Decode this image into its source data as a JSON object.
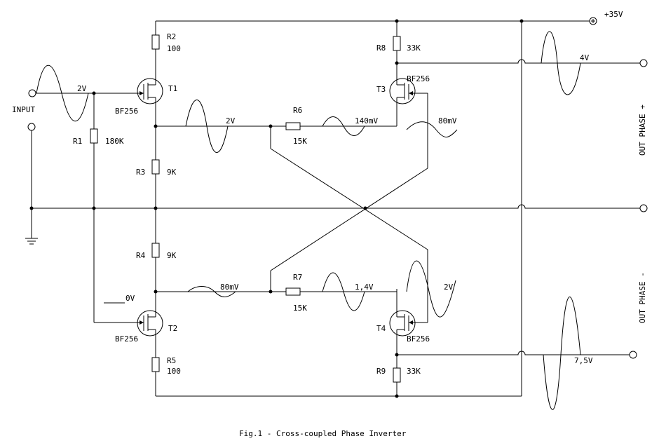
{
  "labels": {
    "input": "INPUT",
    "supply": "+35V",
    "out_plus": "OUT PHASE +",
    "out_minus": "OUT PHASE -",
    "caption": "Fig.1 - Cross-coupled Phase Inverter",
    "zero_v": "0V"
  },
  "components": {
    "r1": {
      "ref": "R1",
      "value": "180K"
    },
    "r2": {
      "ref": "R2",
      "value": "100"
    },
    "r3": {
      "ref": "R3",
      "value": "9K"
    },
    "r4": {
      "ref": "R4",
      "value": "9K"
    },
    "r5": {
      "ref": "R5",
      "value": "100"
    },
    "r6": {
      "ref": "R6",
      "value": "15K"
    },
    "r7": {
      "ref": "R7",
      "value": "15K"
    },
    "r8": {
      "ref": "R8",
      "value": "33K"
    },
    "r9": {
      "ref": "R9",
      "value": "33K"
    },
    "t1": {
      "ref": "T1",
      "type": "BF256"
    },
    "t2": {
      "ref": "T2",
      "type": "BF256"
    },
    "t3": {
      "ref": "T3",
      "type": "BF256"
    },
    "t4": {
      "ref": "T4",
      "type": "BF256"
    }
  },
  "signals": {
    "input": "2V",
    "t1_drain": "2V",
    "r6_out": "140mV",
    "t3_gate": "80mV",
    "out_plus": "4V",
    "t2_drain": "80mV",
    "r7_out": "1,4V",
    "t4_gate": "2V",
    "out_minus": "7,5V"
  }
}
